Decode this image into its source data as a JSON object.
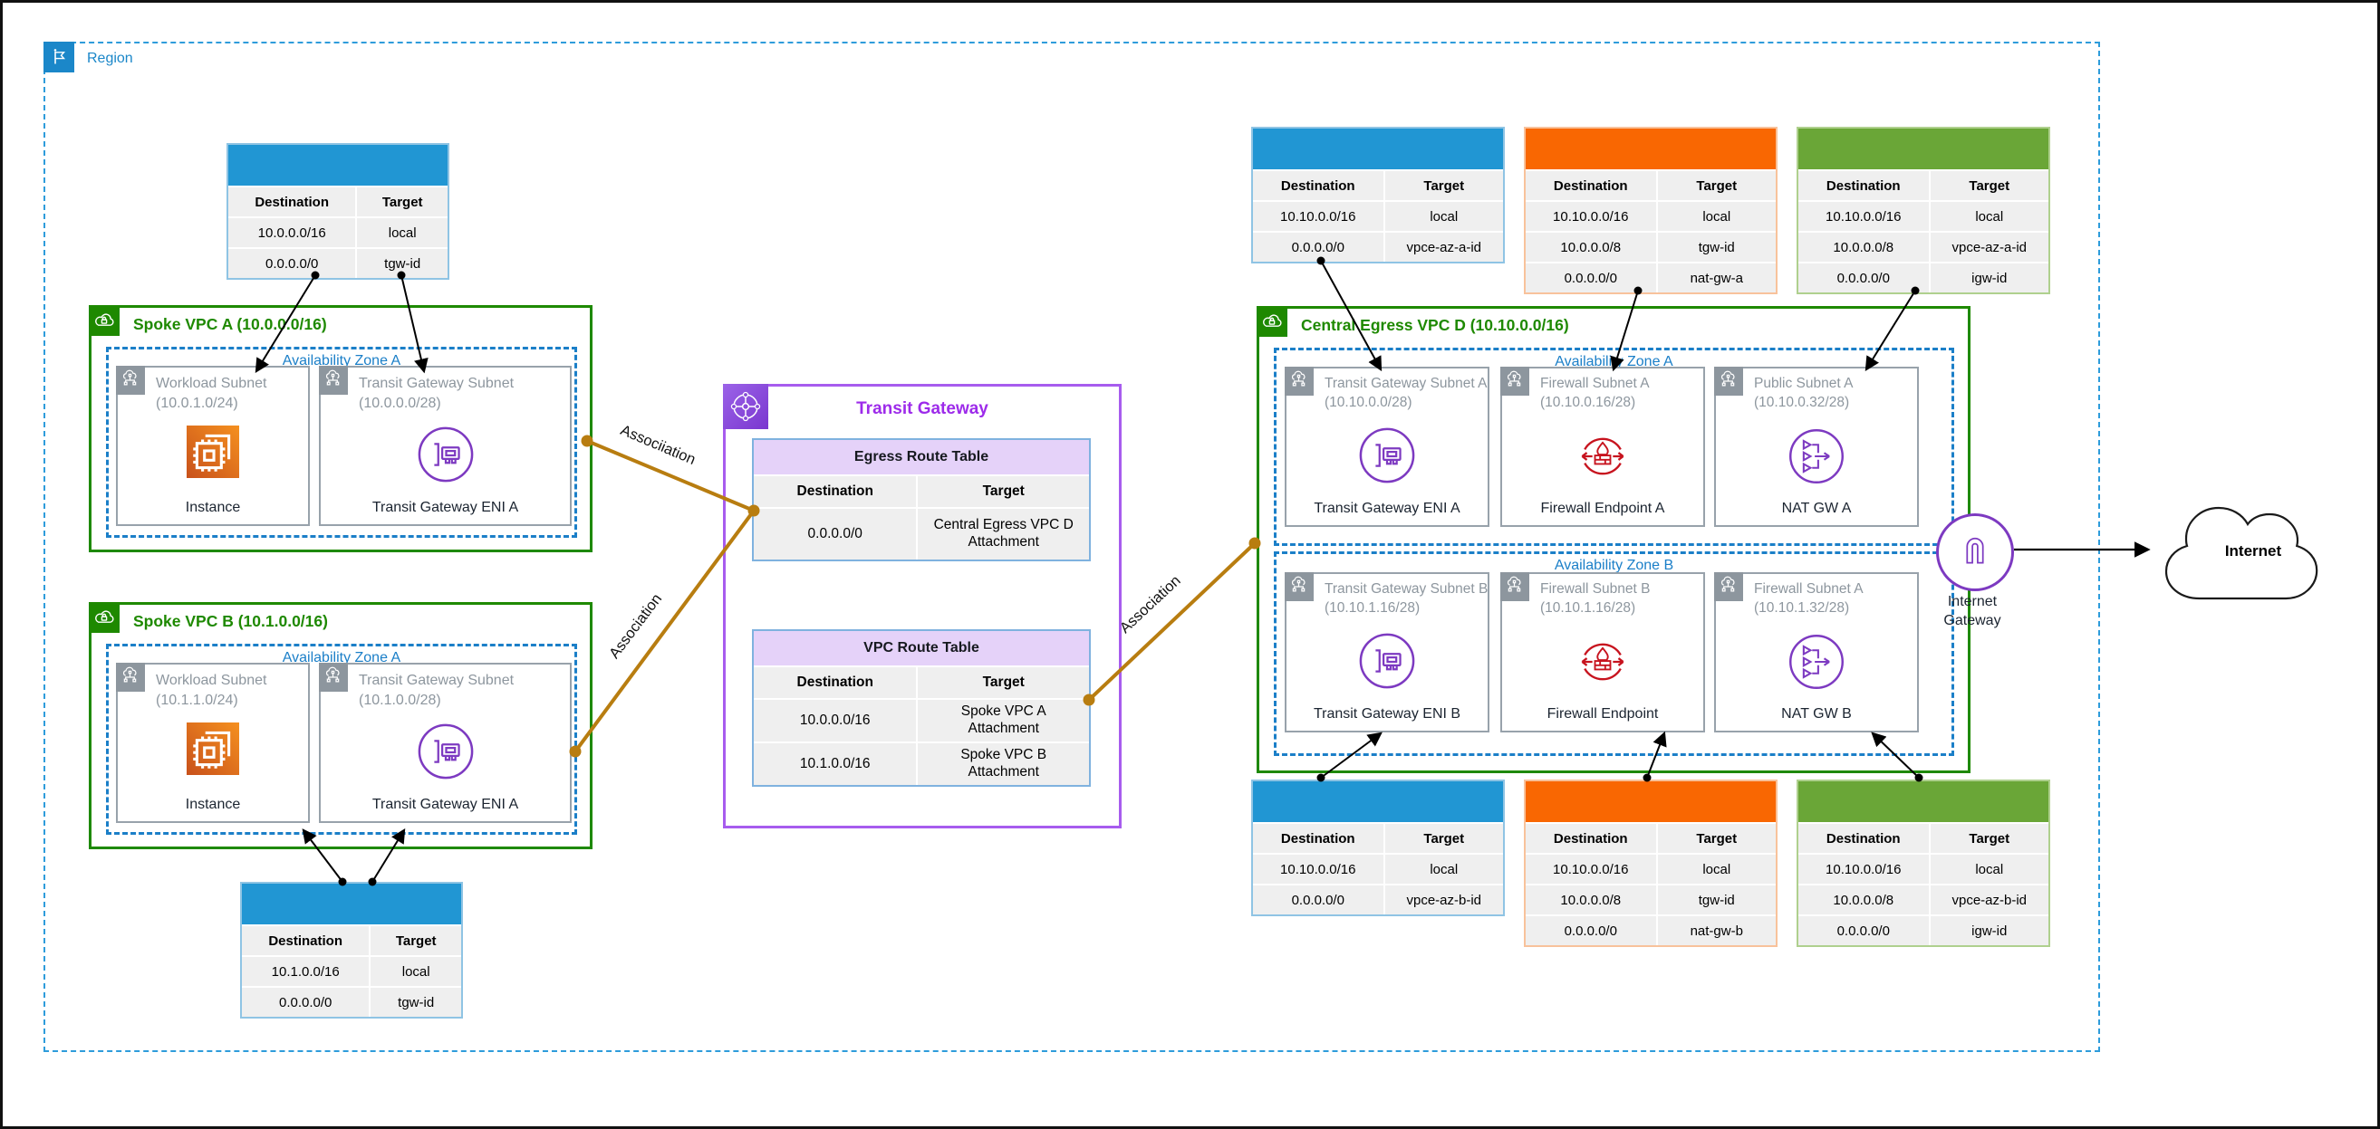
{
  "colors": {
    "table_blue": "#2196D3",
    "table_orange": "#F96702",
    "table_green": "#6AA637",
    "vpc_green": "#1E8900",
    "az_blue": "#1B7FC8",
    "region_blue": "#1B87C9",
    "tgw_title_purple": "#9D2BEA",
    "tgw_border_purple": "#A75CEE",
    "icon_purple": "#7D3AC1",
    "firewall_red": "#C7131E",
    "association_line": "#B87D10",
    "subnet_gray": "#8D969E",
    "instance_orange_dark": "#C8511B",
    "instance_orange_light": "#FF9900",
    "tgw_table_header": "#E5D2F9"
  },
  "region": {
    "label": "Region"
  },
  "spoke_vpc_a": {
    "title": "Spoke VPC A (10.0.0.0/16)",
    "az_label": "Availability Zone A",
    "workload_subnet": {
      "name": "Workload Subnet",
      "cidr": "(10.0.1.0/24)",
      "resource": "Instance"
    },
    "tgw_subnet": {
      "name": "Transit Gateway Subnet",
      "cidr": "(10.0.0.0/28)",
      "resource": "Transit Gateway ENI A"
    },
    "route_table": {
      "headers": [
        "Destination",
        "Target"
      ],
      "rows": [
        [
          "10.0.0.0/16",
          "local"
        ],
        [
          "0.0.0.0/0",
          "tgw-id"
        ]
      ]
    }
  },
  "spoke_vpc_b": {
    "title": "Spoke VPC B (10.1.0.0/16)",
    "az_label": "Availability Zone A",
    "workload_subnet": {
      "name": "Workload Subnet",
      "cidr": "(10.1.1.0/24)",
      "resource": "Instance"
    },
    "tgw_subnet": {
      "name": "Transit Gateway Subnet",
      "cidr": "(10.1.0.0/28)",
      "resource": "Transit Gateway ENI A"
    },
    "route_table": {
      "headers": [
        "Destination",
        "Target"
      ],
      "rows": [
        [
          "10.1.0.0/16",
          "local"
        ],
        [
          "0.0.0.0/0",
          "tgw-id"
        ]
      ]
    }
  },
  "transit_gateway": {
    "title": "Transit Gateway",
    "egress_route_table": {
      "title": "Egress Route Table",
      "headers": [
        "Destination",
        "Target"
      ],
      "rows": [
        [
          "0.0.0.0/0",
          "Central Egress VPC D Attachment"
        ]
      ]
    },
    "vpc_route_table": {
      "title": "VPC Route Table",
      "headers": [
        "Destination",
        "Target"
      ],
      "rows": [
        [
          "10.0.0.0/16",
          "Spoke VPC A Attachment"
        ],
        [
          "10.1.0.0/16",
          "Spoke VPC B Attachment"
        ]
      ]
    }
  },
  "central_vpc_d": {
    "title": "Central Egress VPC D (10.10.0.0/16)",
    "az_a": {
      "label": "Availability Zone A",
      "subnets": [
        {
          "name": "Transit Gateway Subnet A",
          "cidr": "(10.10.0.0/28)",
          "resource": "Transit Gateway ENI A"
        },
        {
          "name": "Firewall Subnet A",
          "cidr": "(10.10.0.16/28)",
          "resource": "Firewall Endpoint A"
        },
        {
          "name": "Public Subnet A",
          "cidr": "(10.10.0.32/28)",
          "resource": "NAT GW A"
        }
      ]
    },
    "az_b": {
      "label": "Availability Zone B",
      "subnets": [
        {
          "name": "Transit Gateway Subnet B",
          "cidr": "(10.10.1.16/28)",
          "resource": "Transit Gateway ENI B"
        },
        {
          "name": "Firewall Subnet B",
          "cidr": "(10.10.1.16/28)",
          "resource": "Firewall Endpoint"
        },
        {
          "name": "Firewall Subnet A",
          "cidr": "(10.10.1.32/28)",
          "resource": "NAT GW B"
        }
      ]
    }
  },
  "route_tables_az_a": {
    "vpce": {
      "headers": [
        "Destination",
        "Target"
      ],
      "rows": [
        [
          "10.10.0.0/16",
          "local"
        ],
        [
          "0.0.0.0/0",
          "vpce-az-a-id"
        ]
      ]
    },
    "firewall": {
      "headers": [
        "Destination",
        "Target"
      ],
      "rows": [
        [
          "10.10.0.0/16",
          "local"
        ],
        [
          "10.0.0.0/8",
          "tgw-id"
        ],
        [
          "0.0.0.0/0",
          "nat-gw-a"
        ]
      ]
    },
    "public": {
      "headers": [
        "Destination",
        "Target"
      ],
      "rows": [
        [
          "10.10.0.0/16",
          "local"
        ],
        [
          "10.0.0.0/8",
          "vpce-az-a-id"
        ],
        [
          "0.0.0.0/0",
          "igw-id"
        ]
      ]
    }
  },
  "route_tables_az_b": {
    "vpce": {
      "headers": [
        "Destination",
        "Target"
      ],
      "rows": [
        [
          "10.10.0.0/16",
          "local"
        ],
        [
          "0.0.0.0/0",
          "vpce-az-b-id"
        ]
      ]
    },
    "firewall": {
      "headers": [
        "Destination",
        "Target"
      ],
      "rows": [
        [
          "10.10.0.0/16",
          "local"
        ],
        [
          "10.0.0.0/8",
          "tgw-id"
        ],
        [
          "0.0.0.0/0",
          "nat-gw-b"
        ]
      ]
    },
    "public": {
      "headers": [
        "Destination",
        "Target"
      ],
      "rows": [
        [
          "10.10.0.0/16",
          "local"
        ],
        [
          "10.0.0.0/8",
          "vpce-az-b-id"
        ],
        [
          "0.0.0.0/0",
          "igw-id"
        ]
      ]
    }
  },
  "connections": {
    "association_1": "Associiation",
    "association_2": "Association",
    "association_3": "Association"
  },
  "internet_gateway": {
    "label": "Internet Gateway"
  },
  "internet": {
    "label": "Internet"
  }
}
